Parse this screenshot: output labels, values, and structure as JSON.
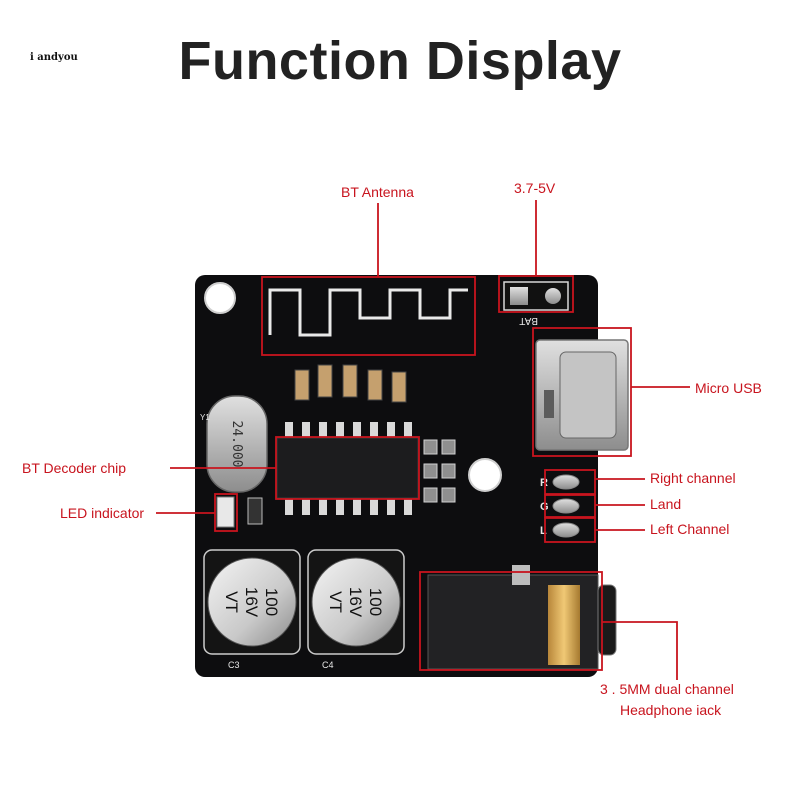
{
  "watermark": "i andyou",
  "title": "Function Display",
  "labels": {
    "bt_antenna": "BT Antenna",
    "voltage": "3.7-5V",
    "micro_usb": "Micro USB",
    "bt_decoder": "BT Decoder chip",
    "led_indicator": "LED indicator",
    "right_channel": "Right channel",
    "land": "Land",
    "left_channel": "Left Channel",
    "jack_line1": "3 . 5MM dual channel",
    "jack_line2": "Headphone iack"
  },
  "board_text": {
    "crystal": "24.000",
    "cap1_value": "100",
    "cap1_voltage": "16V",
    "cap1_series": "VT",
    "cap2_value": "100",
    "cap2_voltage": "16V",
    "cap2_series": "VT",
    "bat": "BAT",
    "c3": "C3",
    "c4": "C4",
    "y1": "Y1",
    "r": "R",
    "g": "G",
    "l": "L"
  },
  "colors": {
    "annotation": "#c8141e",
    "pcb": "#0d0d0f",
    "silkscreen": "#e8e8e8"
  }
}
